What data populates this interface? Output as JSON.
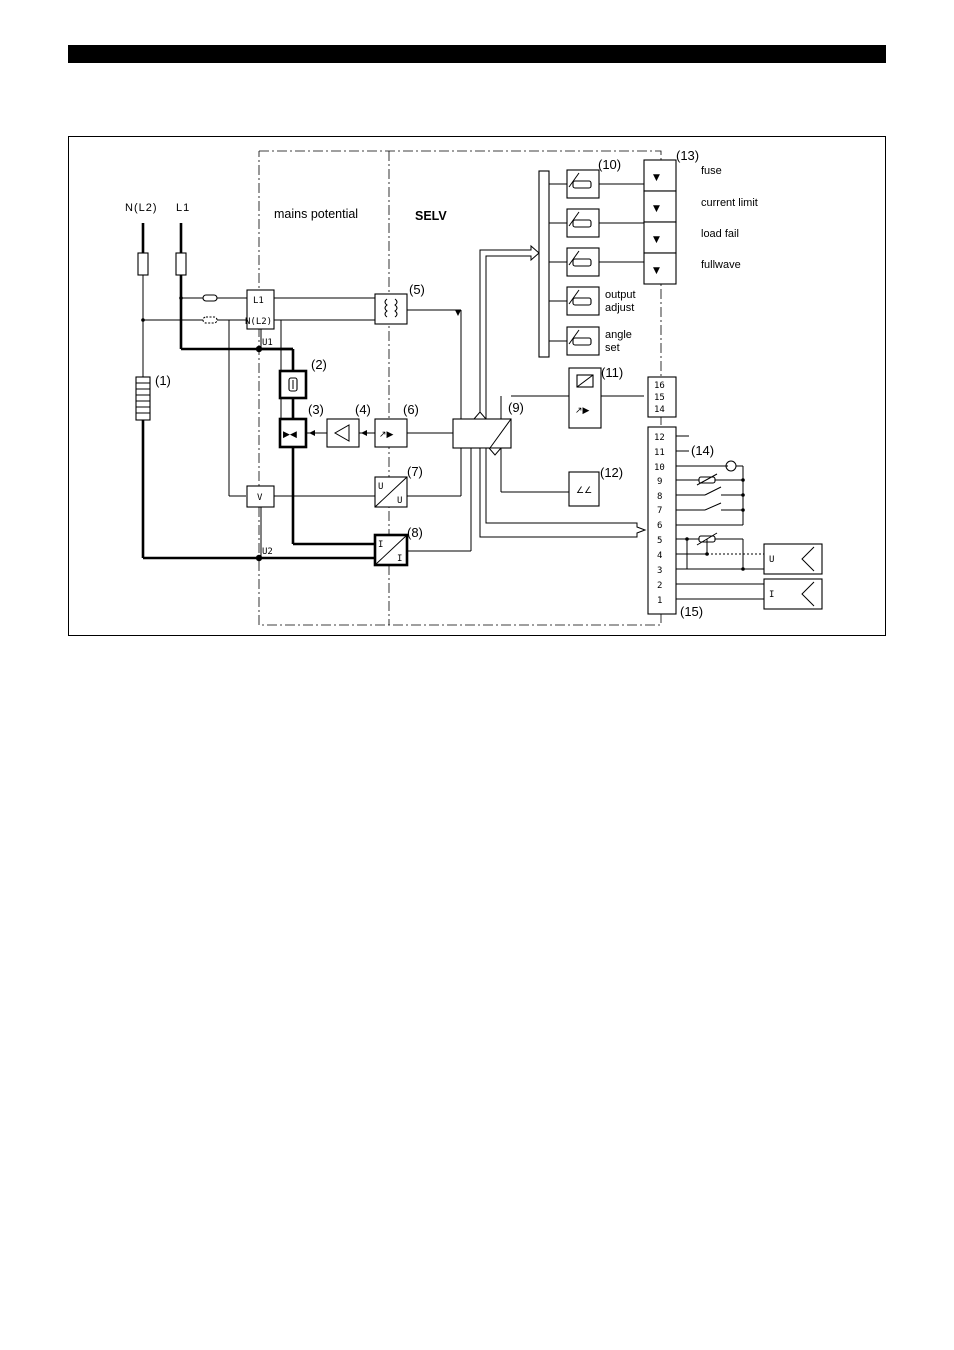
{
  "diagram": {
    "supply": {
      "neutral": "N(L2)",
      "phase": "L1"
    },
    "zones": {
      "mains": "mains potential",
      "selv": "SELV"
    },
    "terminals": {
      "l1": "L1",
      "n": "N(L2)",
      "u1": "U1",
      "u2": "U2"
    },
    "block_letters": {
      "v": "V",
      "u": "U",
      "i": "I"
    },
    "callouts": [
      "(1)",
      "(2)",
      "(3)",
      "(4)",
      "(5)",
      "(6)",
      "(7)",
      "(8)",
      "(9)",
      "(10)",
      "(11)",
      "(12)",
      "(13)",
      "(14)",
      "(15)"
    ],
    "leds": [
      "fuse",
      "current limit",
      "load fail",
      "fullwave"
    ],
    "pots": [
      {
        "line1": "output",
        "line2": "adjust"
      },
      {
        "line1": "angle",
        "line2": "set"
      }
    ],
    "relay_terminals": [
      "16",
      "15",
      "14"
    ],
    "control_terminals": [
      "12",
      "11",
      "10",
      "9",
      "8",
      "7",
      "6",
      "5",
      "4",
      "3",
      "2",
      "1"
    ],
    "external_sources": {
      "voltage": "U",
      "current": "I"
    }
  }
}
